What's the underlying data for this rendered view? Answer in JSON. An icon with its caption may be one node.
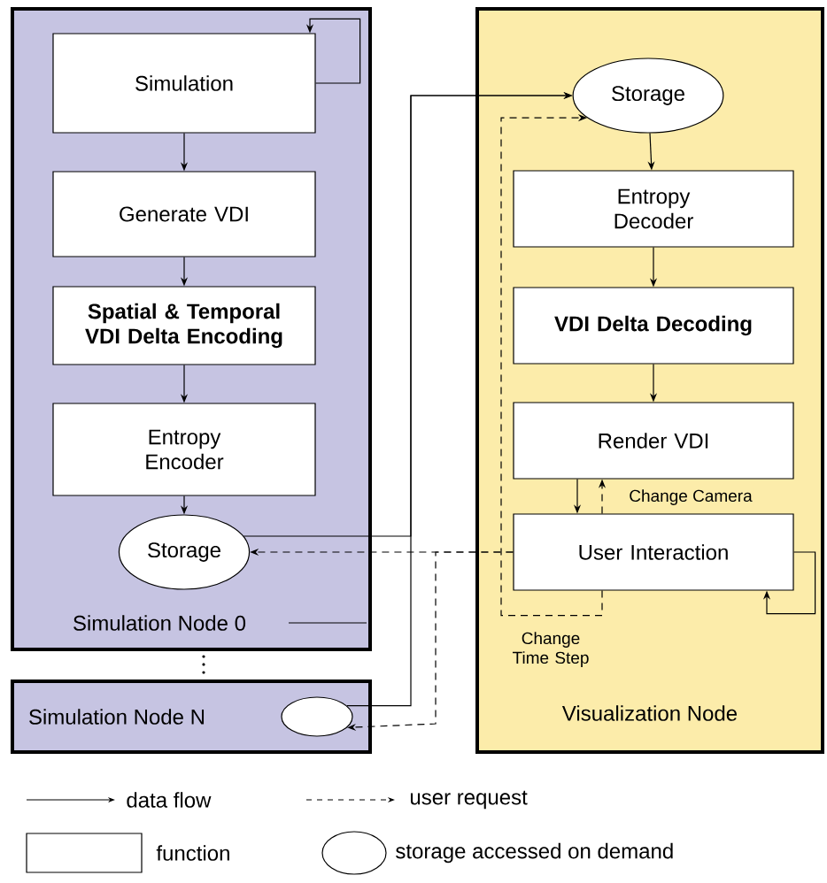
{
  "diagram": {
    "nodes": [
      {
        "text": [
          "Simulation Node 0"
        ]
      },
      {
        "text": [
          "Simulation"
        ],
        "in": 0
      },
      {
        "text": [
          "Generate VDI"
        ],
        "in": 0
      },
      {
        "text": [
          "Spatial & Temporal VDI Delta Encoding"
        ],
        "in": 0
      },
      {
        "text": [
          "Entropy Encoder"
        ],
        "in": 0
      },
      {
        "text": [
          "Storage"
        ],
        "in": 0
      },
      {
        "text": [
          "Simulation Node N"
        ]
      },
      {
        "text": [],
        "shape": "ellipse",
        "in": 6
      },
      {
        "text": [
          "Visualization Node"
        ]
      },
      {
        "text": [
          "Storage"
        ],
        "in": 8
      },
      {
        "text": [
          "Entropy Decoder"
        ],
        "in": 8
      },
      {
        "text": [
          "VDI Delta Decoding"
        ],
        "in": 8
      },
      {
        "text": [
          "Render VDI"
        ],
        "in": 8
      },
      {
        "text": [
          "User Interaction"
        ],
        "in": 8
      }
    ],
    "edges": [
      {
        "from": 1,
        "to": 1,
        "arrow": "to"
      },
      {
        "from": 1,
        "to": 2,
        "arrow": "to"
      },
      {
        "from": 2,
        "to": 3,
        "arrow": "to"
      },
      {
        "from": 3,
        "to": 4,
        "arrow": "to"
      },
      {
        "from": 4,
        "to": 5,
        "arrow": "to"
      },
      {
        "from": 5,
        "to": 9,
        "arrow": "to"
      },
      {
        "from": 7,
        "to": 9,
        "arrow": "to"
      },
      {
        "from": 9,
        "to": 10,
        "arrow": "to"
      },
      {
        "from": 10,
        "to": 11,
        "arrow": "to"
      },
      {
        "from": 11,
        "to": 12,
        "arrow": "to"
      },
      {
        "from": 12,
        "to": 13,
        "arrow": "to"
      },
      {
        "from": 13,
        "to": 12,
        "arrow": "to",
        "style": "dashed",
        "label": "Change Camera"
      },
      {
        "from": 13,
        "to": 13,
        "arrow": "to"
      },
      {
        "from": 13,
        "to": 9,
        "arrow": "to",
        "style": "dashed",
        "label": "Change Time Step"
      },
      {
        "from": 13,
        "to": 5,
        "arrow": "to",
        "style": "dashed"
      },
      {
        "from": 13,
        "to": 7,
        "arrow": "to",
        "style": "dashed"
      }
    ],
    "legend": [
      {
        "text": "data flow"
      },
      {
        "text": "user request"
      },
      {
        "text": "function"
      },
      {
        "text": "storage accessed on demand"
      }
    ]
  }
}
